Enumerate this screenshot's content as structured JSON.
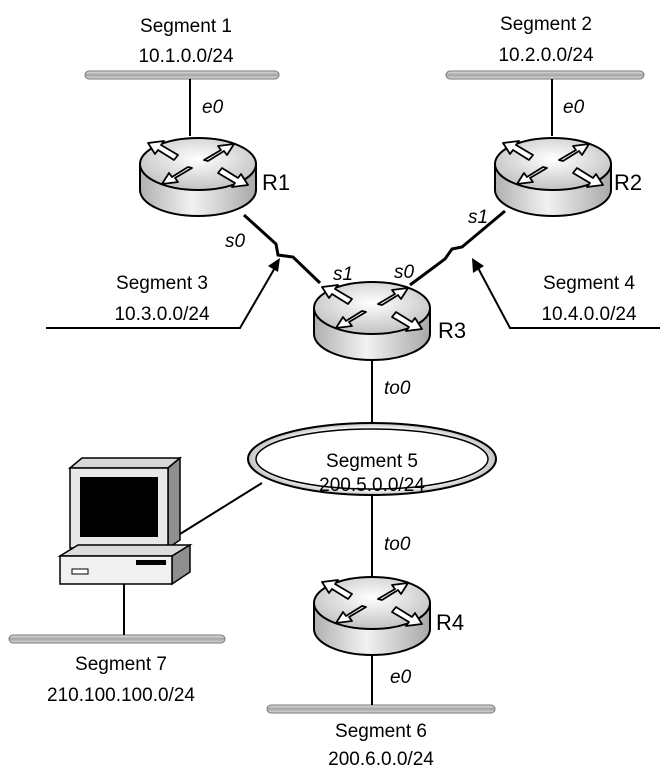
{
  "segments": {
    "seg1": {
      "name": "Segment 1",
      "net": "10.1.0.0/24"
    },
    "seg2": {
      "name": "Segment 2",
      "net": "10.2.0.0/24"
    },
    "seg3": {
      "name": "Segment 3",
      "net": "10.3.0.0/24"
    },
    "seg4": {
      "name": "Segment 4",
      "net": "10.4.0.0/24"
    },
    "seg5": {
      "name": "Segment 5",
      "net": "200.5.0.0/24"
    },
    "seg6": {
      "name": "Segment 6",
      "net": "200.6.0.0/24"
    },
    "seg7": {
      "name": "Segment 7",
      "net": "210.100.100.0/24"
    }
  },
  "routers": {
    "r1": {
      "label": "R1"
    },
    "r2": {
      "label": "R2"
    },
    "r3": {
      "label": "R3"
    },
    "r4": {
      "label": "R4"
    }
  },
  "interfaces": {
    "r1_e0": "e0",
    "r2_e0": "e0",
    "r1_s0": "s0",
    "r2_s1": "s1",
    "r3_s1": "s1",
    "r3_s0": "s0",
    "r3_to0": "to0",
    "r4_to0": "to0",
    "r4_e0": "e0"
  }
}
